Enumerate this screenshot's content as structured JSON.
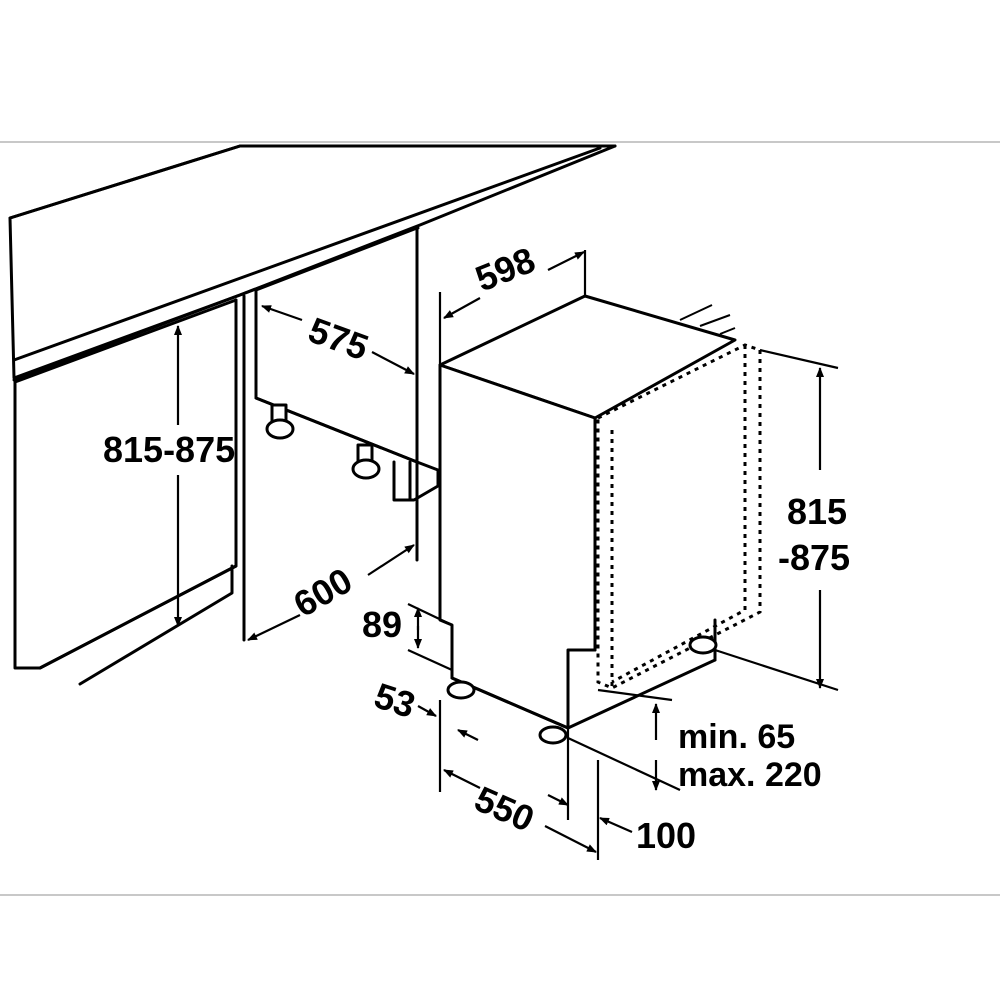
{
  "diagram": {
    "labels": {
      "cabinet_height": "815-875",
      "niche_depth": "575",
      "cabinet_depth": "600",
      "appliance_width": "598",
      "appliance_height_top": "815",
      "appliance_height_bottom": "-875",
      "toe_height": "89",
      "foot_offset": "53",
      "appliance_depth": "550",
      "door_offset": "100",
      "plinth_min": "min. 65",
      "plinth_max": "max. 220"
    }
  }
}
